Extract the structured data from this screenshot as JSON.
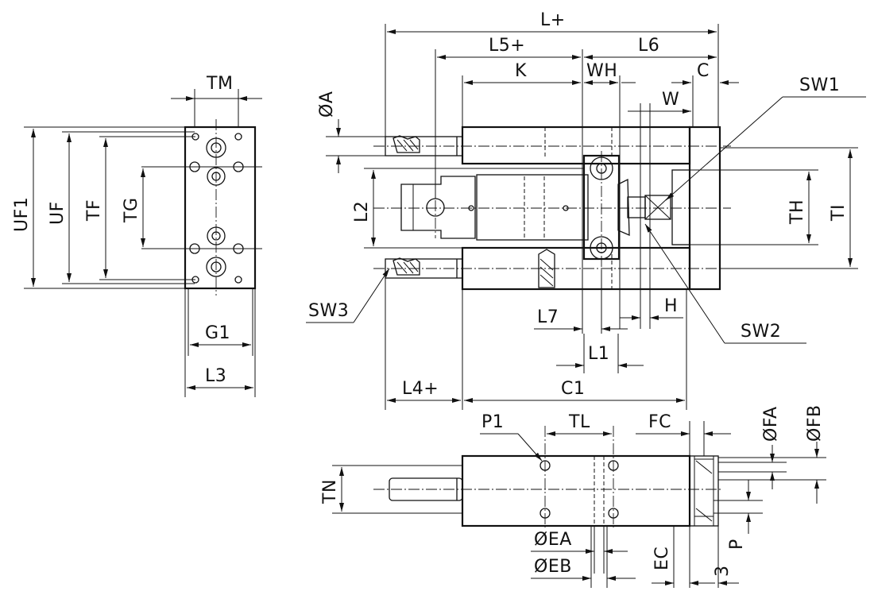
{
  "labels": {
    "tm": "TM",
    "uf1": "UF1",
    "uf": "UF",
    "tf": "TF",
    "tg": "TG",
    "g1": "G1",
    "l3": "L3",
    "l_plus": "L+",
    "l5_plus": "L5+",
    "l6": "L6",
    "k": "K",
    "wh": "WH",
    "c": "C",
    "w": "W",
    "phi_a": "ØA",
    "sw1": "SW1",
    "l2": "L2",
    "th": "TH",
    "ti": "TI",
    "sw3": "SW3",
    "sw2": "SW2",
    "h": "H",
    "l7": "L7",
    "l1": "L1",
    "l4_plus": "L4+",
    "c1": "C1",
    "p1": "P1",
    "tl": "TL",
    "fc": "FC",
    "phi_fa": "ØFA",
    "phi_fb": "ØFB",
    "tn": "TN",
    "phi_ea": "ØEA",
    "phi_eb": "ØEB",
    "ec": "EC",
    "p": "P",
    "three": "3"
  }
}
